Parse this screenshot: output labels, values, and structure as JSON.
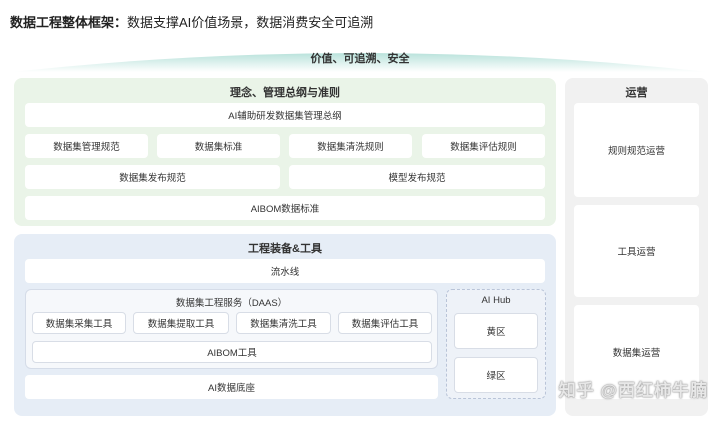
{
  "header": {
    "title_bold": "数据工程整体框架：",
    "title_rest": "数据支撑AI价值场景，数据消费安全可追溯"
  },
  "arch": {
    "label": "价值、可追溯、安全"
  },
  "principles": {
    "title": "理念、管理总纲与准则",
    "row1": "AI辅助研发数据集管理总纲",
    "row2": [
      "数据集管理规范",
      "数据集标准",
      "数据集清洗规则",
      "数据集评估规则"
    ],
    "row3": [
      "数据集发布规范",
      "模型发布规范"
    ],
    "row4": "AIBOM数据标准"
  },
  "engineering": {
    "title": "工程装备&工具",
    "pipeline": "流水线",
    "daas": {
      "title": "数据集工程服务（DAAS）",
      "tools": [
        "数据集采集工具",
        "数据集提取工具",
        "数据集清洗工具",
        "数据集评估工具"
      ],
      "aibom": "AIBOM工具"
    },
    "hub": {
      "title": "AI Hub",
      "zones": [
        "黄区",
        "绿区"
      ]
    },
    "base": "AI数据底座"
  },
  "operations": {
    "title": "运营",
    "items": [
      "规则规范运营",
      "工具运营",
      "数据集运营"
    ]
  },
  "watermark": "知乎 @西红柿牛腩",
  "colors": {
    "green_panel": "#eaf4e8",
    "blue_panel": "#e6edf6",
    "grey_panel": "#f1f1f1",
    "arch_gradient_top": "#bfe5df"
  }
}
